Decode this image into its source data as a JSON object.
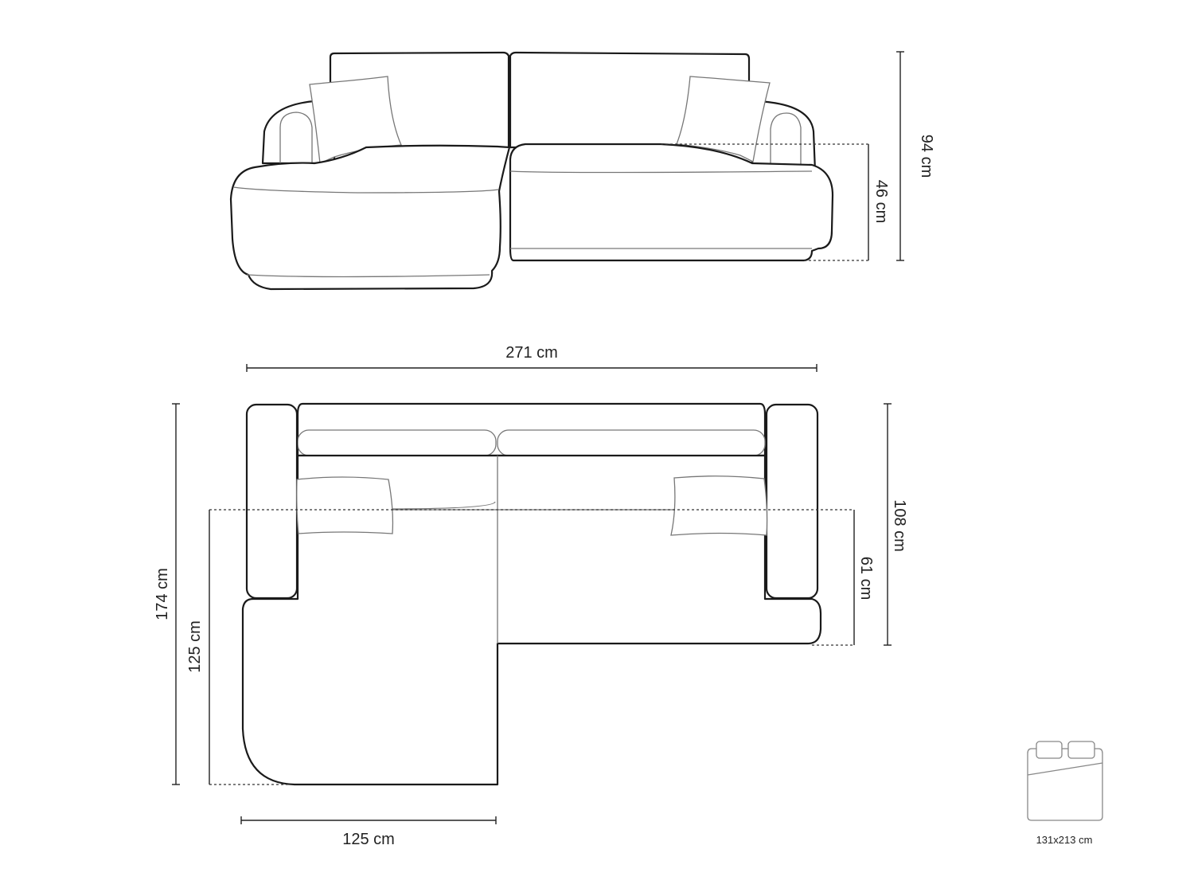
{
  "dimensions": {
    "overall_width": "271 cm",
    "total_height": "94 cm",
    "seat_height": "46 cm",
    "overall_depth": "174 cm",
    "chaise_length": "125 cm",
    "sofa_depth": "108 cm",
    "seat_depth": "61 cm",
    "chaise_width": "125 cm"
  },
  "bed": {
    "icon": "bed-icon",
    "size_label": "131x213 cm"
  }
}
